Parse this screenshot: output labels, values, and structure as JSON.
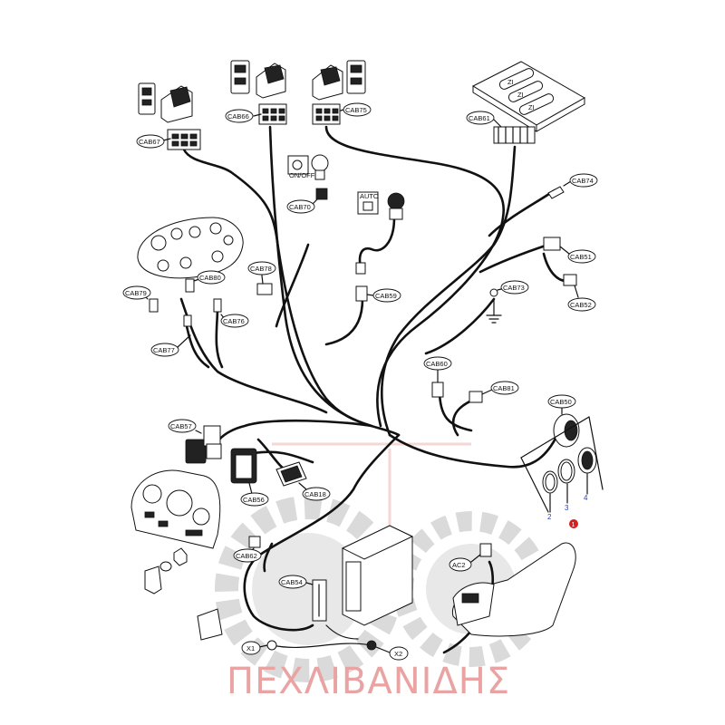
{
  "labels": {
    "CAB67": "CAB67",
    "CAB66": "CAB66",
    "CAB75": "CAB75",
    "CAB61": "CAB61",
    "CAB74": "CAB74",
    "CAB51": "CAB51",
    "CAB52": "CAB52",
    "CAB73": "CAB73",
    "CAB70": "CAB70",
    "CAB59": "CAB59",
    "CAB78": "CAB78",
    "CAB80": "CAB80",
    "CAB79": "CAB79",
    "CAB76": "CAB76",
    "CAB77": "CAB77",
    "CAB60": "CAB60",
    "CAB81": "CAB81",
    "CAB50": "CAB50",
    "CAB57": "CAB57",
    "CAB56": "CAB56",
    "CAB18": "CAB18",
    "CAB62": "CAB62",
    "CAB54": "CAB54",
    "AC2": "AC2",
    "X1": "X1",
    "X2": "X2"
  },
  "part_numbers": [
    "2",
    "3",
    "4"
  ],
  "callout": "1",
  "switch_labels": {
    "onoff": "ON/OFF",
    "auto": "AUTO"
  },
  "keypad_text": [
    "ZI",
    "ZI",
    "ZI"
  ],
  "watermark": "ΠΕΧΛΙΒΑΝΙΔΗΣ",
  "colors": {
    "wire": "#111111",
    "watermark": "#e9a3a3",
    "callout": "#d42020",
    "part_number": "#2a3db0"
  }
}
